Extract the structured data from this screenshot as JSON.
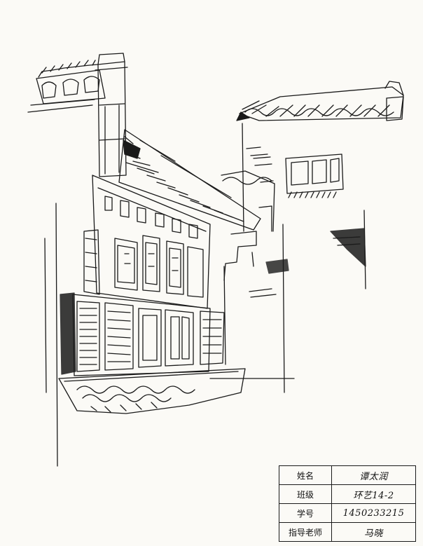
{
  "form": {
    "rows": [
      {
        "label": "姓名",
        "value": "谭太润"
      },
      {
        "label": "班级",
        "value": "环艺14-2"
      },
      {
        "label": "学号",
        "value": "1450233215"
      },
      {
        "label": "指导老师",
        "value": "马晓"
      }
    ]
  },
  "colors": {
    "paper": "#fbfaf6",
    "ink": "#1a1a1a"
  }
}
